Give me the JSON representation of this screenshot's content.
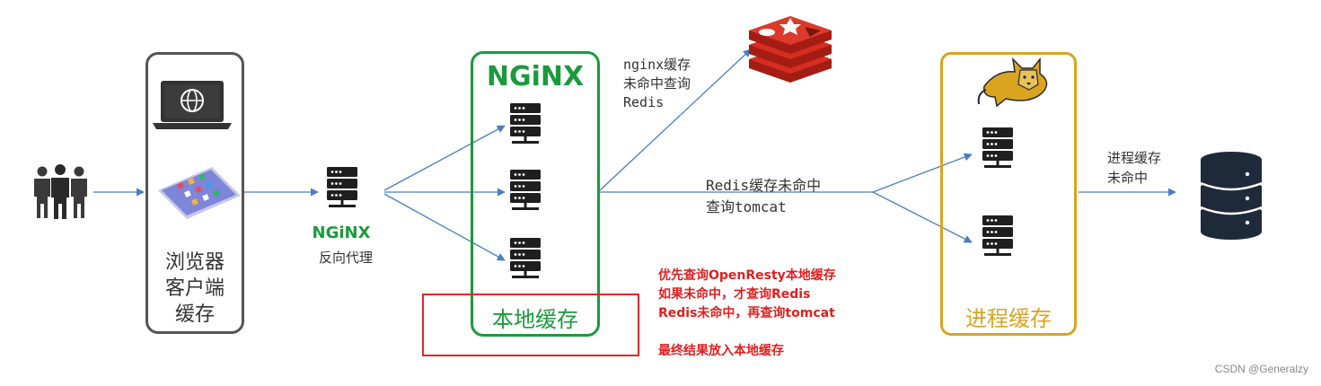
{
  "browser_cache": {
    "label_lines": [
      "浏览器",
      "客户端",
      "缓存"
    ]
  },
  "reverse_proxy": {
    "logo": "NGiNX",
    "label": "反向代理"
  },
  "local_cache": {
    "logo": "NGiNX",
    "label": "本地缓存"
  },
  "process_cache": {
    "label": "进程缓存"
  },
  "edges": {
    "nginx_to_redis": [
      "nginx缓存",
      "未命中查询",
      "Redis"
    ],
    "nginx_to_tomcat": [
      "Redis缓存未命中",
      "查询tomcat"
    ],
    "tomcat_to_db": [
      "进程缓存",
      "未命中"
    ]
  },
  "notes": [
    "优先查询OpenResty本地缓存",
    "如果未命中，才查询Redis",
    "Redis未命中，再查询tomcat",
    "",
    "最终结果放入本地缓存"
  ],
  "watermark": "CSDN @Generalzy",
  "icons": [
    "users-icon",
    "laptop-icon",
    "phone-icon",
    "server-icon",
    "redis-icon",
    "tomcat-icon",
    "database-icon"
  ],
  "colors": {
    "nginx_green": "#1a9a3c",
    "tomcat_gold": "#d9a520",
    "redis_red": "#d82c20",
    "arrow_blue": "#4a7ec0",
    "note_red": "#e02020"
  }
}
